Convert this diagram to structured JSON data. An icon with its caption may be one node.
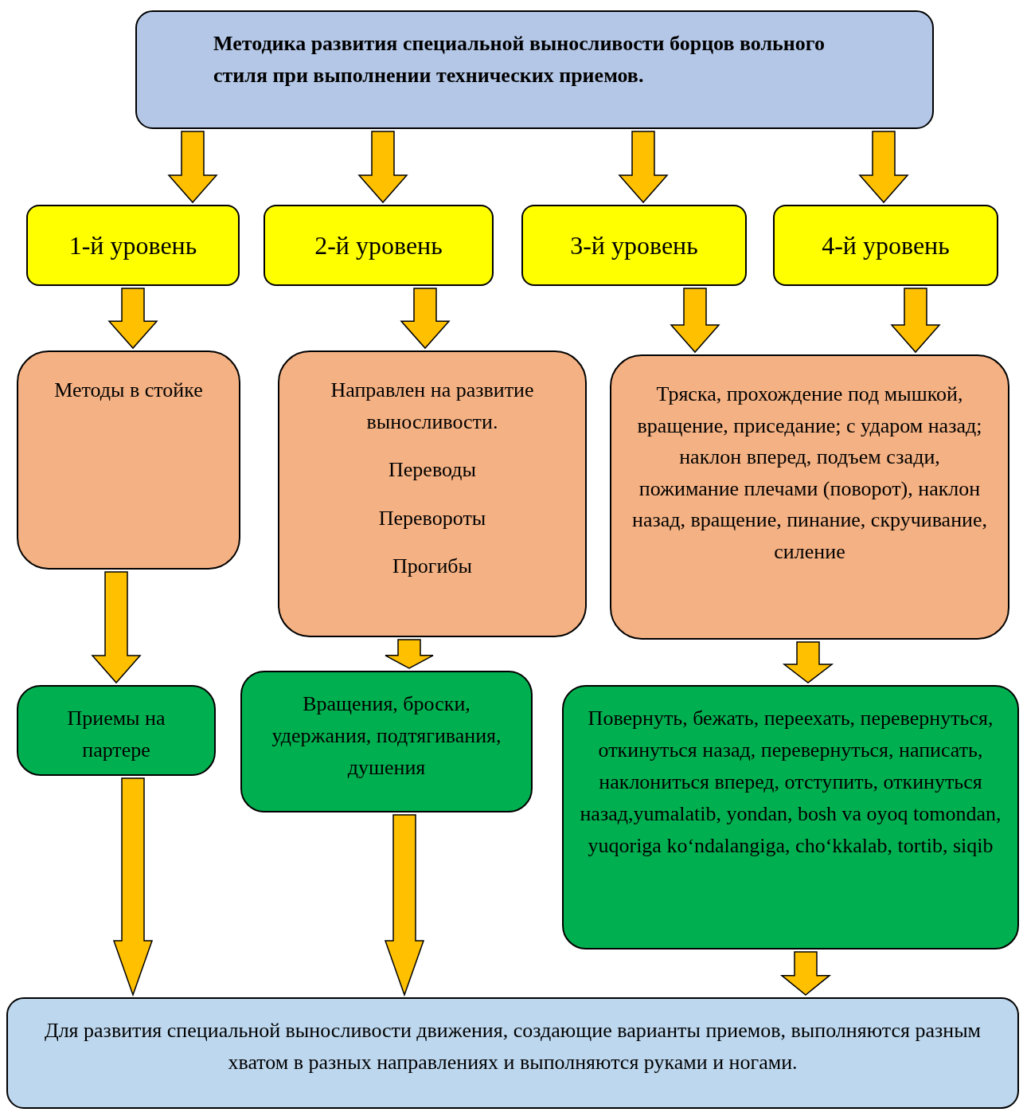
{
  "diagram": {
    "nodes": [
      {
        "text": [
          "Методика развития специальной выносливости борцов вольного стиля при выполнении технических приемов."
        ]
      },
      {
        "text": [
          "1-й уровень"
        ]
      },
      {
        "text": [
          "2-й уровень"
        ]
      },
      {
        "text": [
          "3-й уровень"
        ]
      },
      {
        "text": [
          "4-й уровень"
        ]
      },
      {
        "text": [
          "Методы в стойке"
        ]
      },
      {
        "text": [
          "Направлен на развитие выносливости.",
          "Переводы",
          "Перевороты",
          "Прогибы"
        ]
      },
      {
        "text": [
          "Тряска, прохождение под мышкой, вращение, приседание; с ударом назад; наклон вперед, подъем сзади, пожимание плечами (поворот), наклон назад, вращение, пинание, скручивание, силение"
        ]
      },
      {
        "text": [
          "Приемы на партере"
        ]
      },
      {
        "text": [
          "Вращения, броски, удержания, подтягивания, душения"
        ]
      },
      {
        "text": [
          "Повернуть, бежать, переехать, перевернуться, откинуться назад, перевернуться, написать, наклониться вперед, отступить, откинуться назад,yumalatib, yondan, bosh va oyoq tomondan, yuqoriga ko‘ndalangiga, cho‘kkalab, tortib, siqib"
        ]
      },
      {
        "text": [
          "Для развития специальной выносливости движения, создающие варианты приемов, выполняются разным хватом в разных направлениях и выполняются руками и ногами."
        ]
      }
    ],
    "edges": [
      {
        "from": 0,
        "to": 1,
        "arrow": "to"
      },
      {
        "from": 0,
        "to": 2,
        "arrow": "to"
      },
      {
        "from": 0,
        "to": 3,
        "arrow": "to"
      },
      {
        "from": 0,
        "to": 4,
        "arrow": "to"
      },
      {
        "from": 1,
        "to": 5,
        "arrow": "to"
      },
      {
        "from": 2,
        "to": 6,
        "arrow": "to"
      },
      {
        "from": 3,
        "to": 7,
        "arrow": "to"
      },
      {
        "from": 4,
        "to": 7,
        "arrow": "to"
      },
      {
        "from": 5,
        "to": 8,
        "arrow": "to"
      },
      {
        "from": 6,
        "to": 9,
        "arrow": "to"
      },
      {
        "from": 7,
        "to": 10,
        "arrow": "to"
      },
      {
        "from": 8,
        "to": 11,
        "arrow": "to"
      },
      {
        "from": 9,
        "to": 11,
        "arrow": "to"
      },
      {
        "from": 10,
        "to": 11,
        "arrow": "to"
      }
    ]
  }
}
